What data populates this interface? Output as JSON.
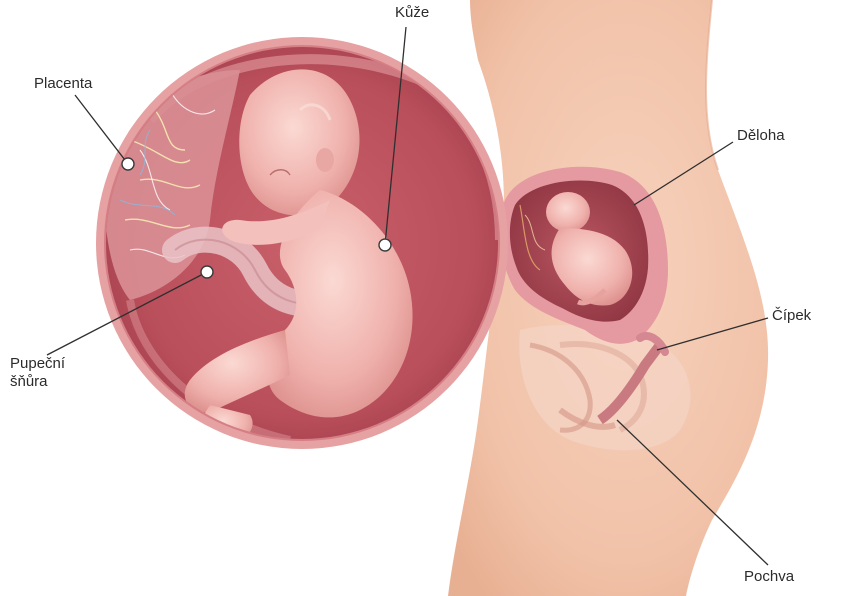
{
  "labels": {
    "placenta": "Placenta",
    "kuze": "Kůže",
    "deloha": "Děloha",
    "cipek": "Čípek",
    "pupecni_line1": "Pupeční",
    "pupecni_line2": "šňůra",
    "pochva": "Pochva"
  },
  "colors": {
    "skin": "#f3c3a8",
    "uterus": "#d9848c",
    "fetus": "#f0b2ad",
    "label_text": "#2b2b2b"
  }
}
